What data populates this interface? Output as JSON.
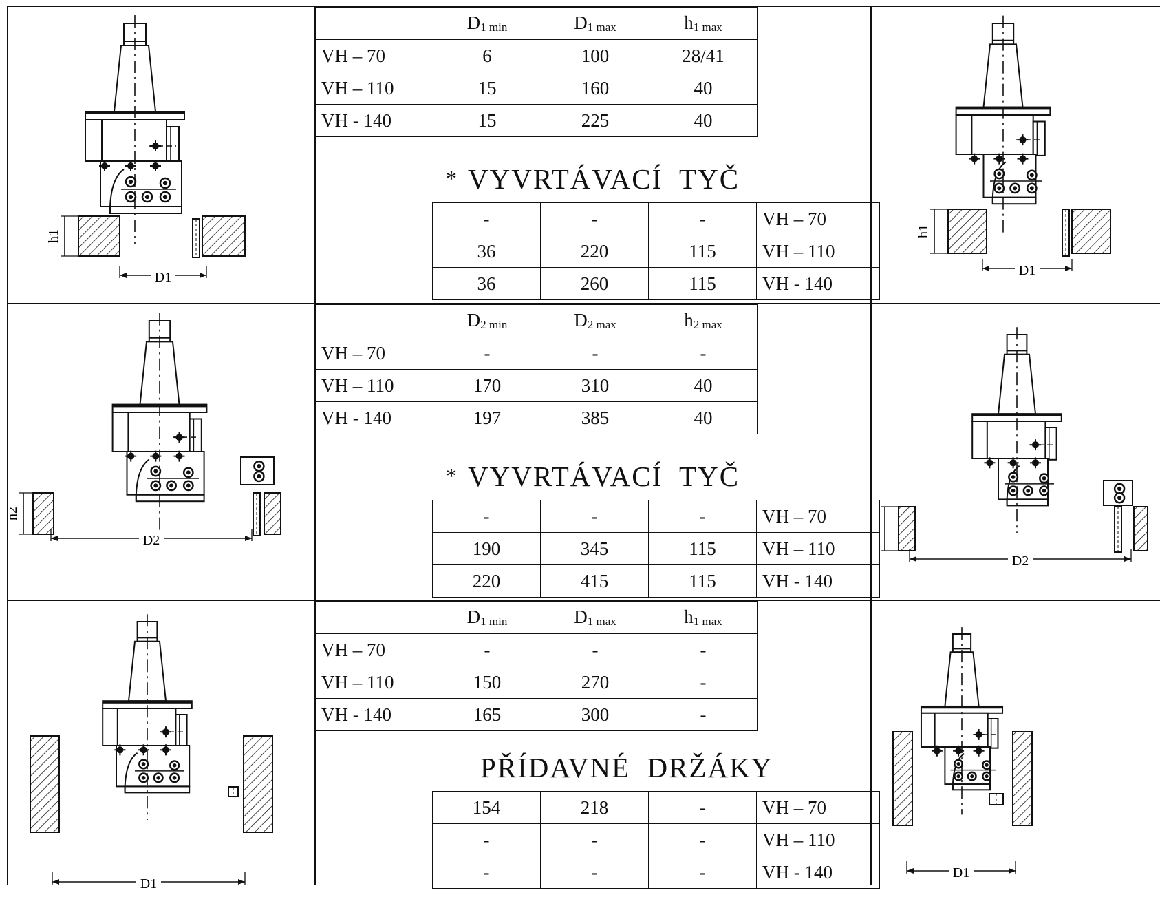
{
  "sections": [
    {
      "headers": [
        "D1 min",
        "D1 max",
        "h1 max"
      ],
      "header_parts": [
        [
          "D",
          "1 min"
        ],
        [
          "D",
          "1 max"
        ],
        [
          "h",
          "1 max"
        ]
      ],
      "upper": [
        {
          "model": "VH – 70",
          "v": [
            "6",
            "100",
            "28/41"
          ]
        },
        {
          "model": "VH – 110",
          "v": [
            "15",
            "160",
            "40"
          ]
        },
        {
          "model": "VH - 140",
          "v": [
            "15",
            "225",
            "40"
          ]
        }
      ],
      "star": "*",
      "caption": "VYVRTÁVACÍ  TYČ",
      "lower": [
        {
          "v": [
            "-",
            "-",
            "-"
          ],
          "model": "VH – 70"
        },
        {
          "v": [
            "36",
            "220",
            "115"
          ],
          "model": "VH – 110"
        },
        {
          "v": [
            "36",
            "260",
            "115"
          ],
          "model": "VH - 140"
        }
      ],
      "dim_h": "h1",
      "dim_d": "D1"
    },
    {
      "headers": [
        "D2 min",
        "D2 max",
        "h2 max"
      ],
      "header_parts": [
        [
          "D",
          "2 min"
        ],
        [
          "D",
          "2 max"
        ],
        [
          "h",
          "2 max"
        ]
      ],
      "upper": [
        {
          "model": "VH – 70",
          "v": [
            "-",
            "-",
            "-"
          ]
        },
        {
          "model": "VH – 110",
          "v": [
            "170",
            "310",
            "40"
          ]
        },
        {
          "model": "VH - 140",
          "v": [
            "197",
            "385",
            "40"
          ]
        }
      ],
      "star": "*",
      "caption": "VYVRTÁVACÍ  TYČ",
      "lower": [
        {
          "v": [
            "-",
            "-",
            "-"
          ],
          "model": "VH – 70"
        },
        {
          "v": [
            "190",
            "345",
            "115"
          ],
          "model": "VH – 110"
        },
        {
          "v": [
            "220",
            "415",
            "115"
          ],
          "model": "VH - 140"
        }
      ],
      "dim_h": "h2",
      "dim_d": "D2"
    },
    {
      "headers": [
        "D1 min",
        "D1 max",
        "h1 max"
      ],
      "header_parts": [
        [
          "D",
          "1 min"
        ],
        [
          "D",
          "1 max"
        ],
        [
          "h",
          "1 max"
        ]
      ],
      "upper": [
        {
          "model": "VH – 70",
          "v": [
            "-",
            "-",
            "-"
          ]
        },
        {
          "model": "VH – 110",
          "v": [
            "150",
            "270",
            "-"
          ]
        },
        {
          "model": "VH - 140",
          "v": [
            "165",
            "300",
            "-"
          ]
        }
      ],
      "star": "",
      "caption": "PŘÍDAVNÉ  DRŽÁKY",
      "lower": [
        {
          "v": [
            "154",
            "218",
            "-"
          ],
          "model": "VH – 70"
        },
        {
          "v": [
            "-",
            "-",
            "-"
          ],
          "model": "VH – 110"
        },
        {
          "v": [
            "-",
            "-",
            "-"
          ],
          "model": "VH - 140"
        }
      ],
      "dim_h": "",
      "dim_d": "D1"
    }
  ]
}
